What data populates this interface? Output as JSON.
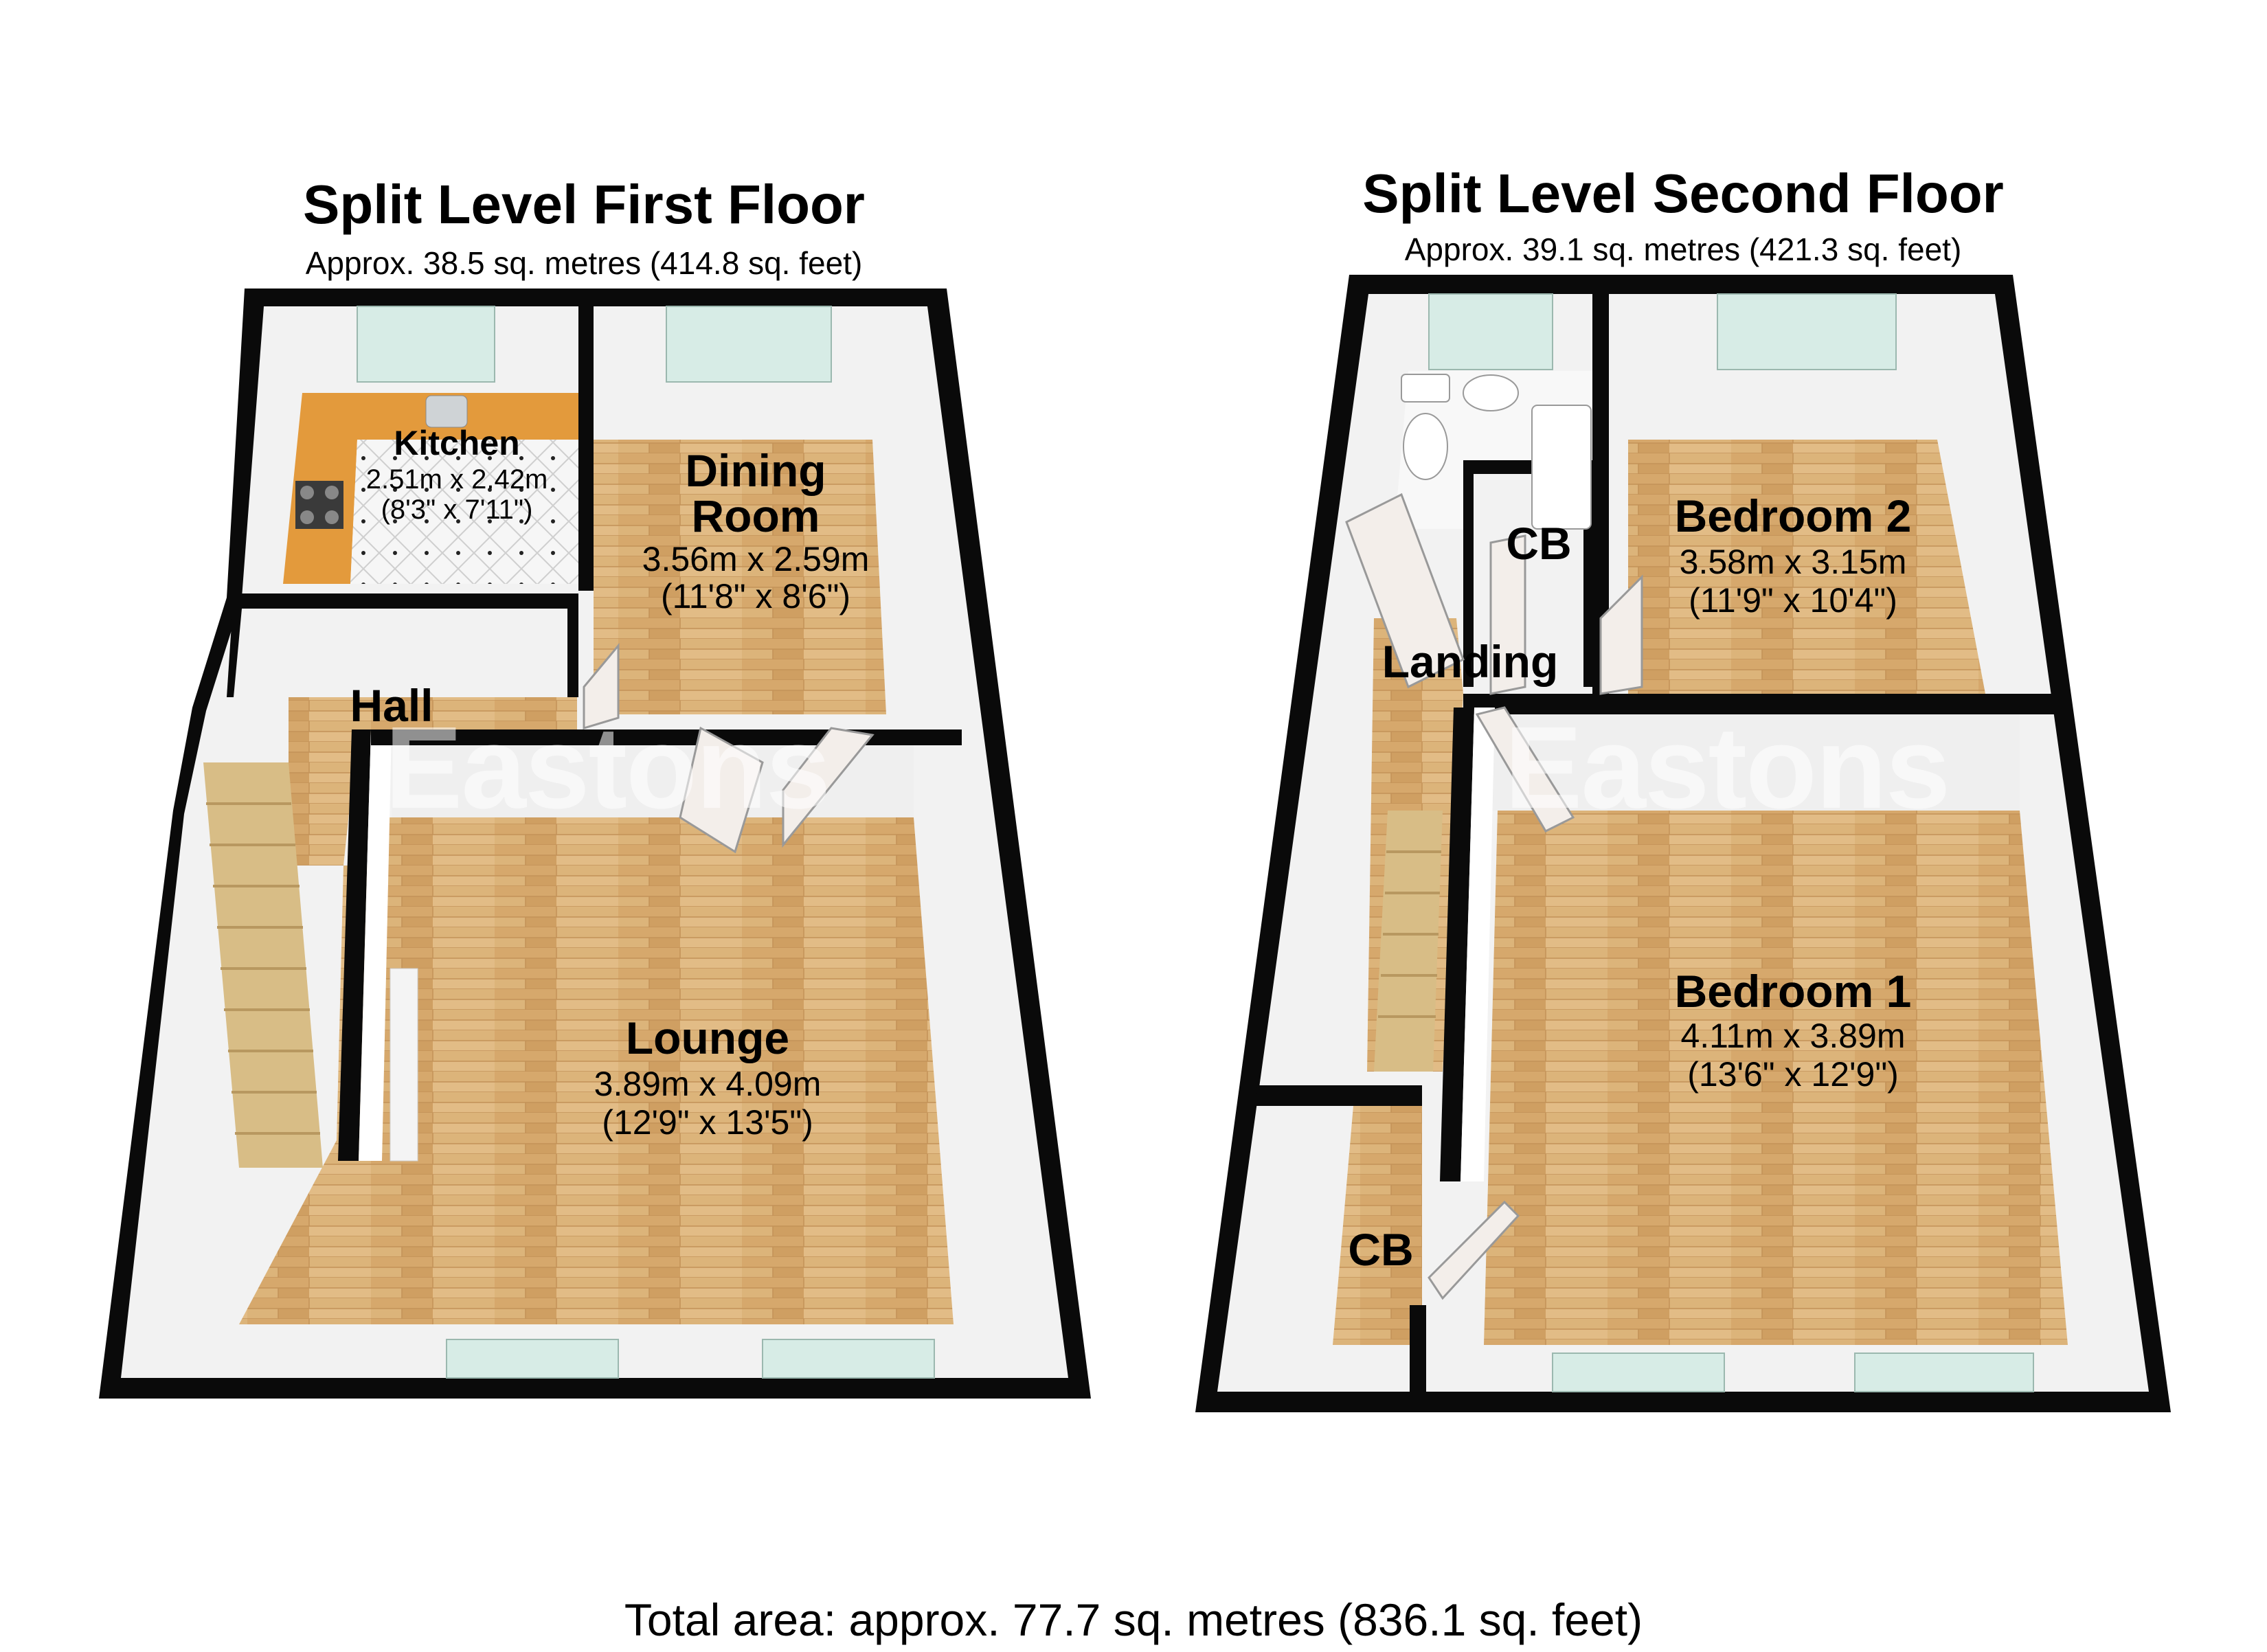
{
  "floors": [
    {
      "title": "Split Level First Floor",
      "area": "Approx. 38.5 sq. metres (414.8 sq. feet)",
      "rooms": [
        {
          "name": "Kitchen",
          "dims_m": "2.51m x 2.42m",
          "dims_ft": "(8'3\" x 7'11\")"
        },
        {
          "name_line1": "Dining",
          "name_line2": "Room",
          "dims_m": "3.56m x 2.59m",
          "dims_ft": "(11'8\" x 8'6\")"
        },
        {
          "name": "Hall"
        },
        {
          "name": "Lounge",
          "dims_m": "3.89m x 4.09m",
          "dims_ft": "(12'9\" x 13'5\")"
        }
      ]
    },
    {
      "title": "Split Level Second Floor",
      "area": "Approx. 39.1 sq. metres (421.3 sq. feet)",
      "rooms": [
        {
          "name": "CB"
        },
        {
          "name": "Bedroom 2",
          "dims_m": "3.58m x 3.15m",
          "dims_ft": "(11'9\" x 10'4\")"
        },
        {
          "name": "Landing"
        },
        {
          "name": "Bedroom 1",
          "dims_m": "4.11m x 3.89m",
          "dims_ft": "(13'6\" x 12'9\")"
        },
        {
          "name": "CB"
        }
      ]
    }
  ],
  "total_area": "Total area: approx. 77.7 sq. metres (836.1 sq. feet)",
  "watermark": "Eastons",
  "colors": {
    "wall": "#0a0a0a",
    "wall_inner": "#f2f2f2",
    "wood_floor": "#d9b077",
    "kitchen_counter": "#e39a3c",
    "tile_floor": "#f4f4f4",
    "stair": "#d8bd86",
    "window": "#d7ece6"
  },
  "icons": [
    "stairs-icon",
    "door-icon",
    "window-icon",
    "hob-icon",
    "sink-icon",
    "toilet-icon",
    "basin-icon",
    "bath-icon"
  ]
}
